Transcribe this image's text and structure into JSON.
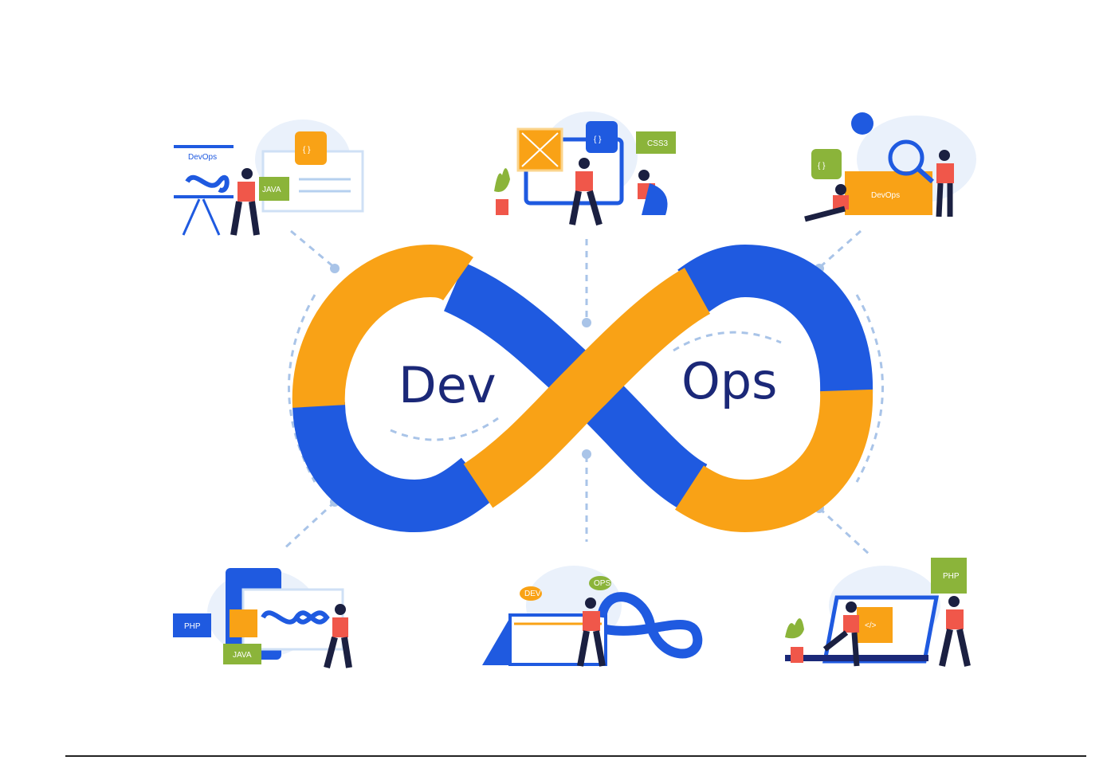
{
  "center": {
    "left_word": "Dev",
    "right_word": "Ops"
  },
  "scenes": {
    "top_left": {
      "board_title": "DevOps",
      "tag": "JAVA",
      "code_badge": "{ }"
    },
    "top_center": {
      "code_badge": "{ }",
      "tag": "CSS3"
    },
    "top_right": {
      "code_badge": "{ }",
      "folder_label": "DevOps"
    },
    "bottom_left": {
      "tag_php": "PHP",
      "tag_java": "JAVA"
    },
    "bottom_center": {
      "bubble_left": "DEV",
      "bubble_right": "OPS"
    },
    "bottom_right": {
      "puzzle_tag": "PHP",
      "screen_code": "</>"
    }
  },
  "colors": {
    "orange": "#f9a216",
    "blue": "#1f5ae0",
    "navy": "#1b2878",
    "green": "#8bb43a",
    "coral": "#f0574a"
  }
}
